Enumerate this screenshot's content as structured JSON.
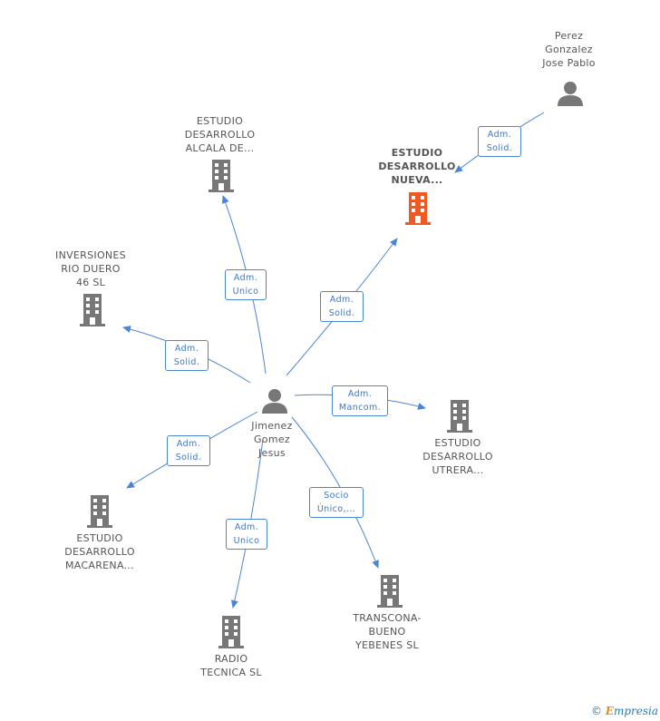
{
  "nodes": {
    "center": {
      "label": "Jimenez\nGomez\nJesus",
      "icon": "person-icon"
    },
    "perez": {
      "label": "Perez\nGonzalez\nJose Pablo",
      "icon": "person-icon"
    },
    "nueva": {
      "label": "ESTUDIO\nDESARROLLO\nNUEVA...",
      "icon": "building-icon",
      "color": "#f05a22"
    },
    "alcala": {
      "label": "ESTUDIO\nDESARROLLO\nALCALA DE...",
      "icon": "building-icon"
    },
    "inversiones": {
      "label": "INVERSIONES\nRIO DUERO\n46 SL",
      "icon": "building-icon"
    },
    "utrera": {
      "label": "ESTUDIO\nDESARROLLO\nUTRERA...",
      "icon": "building-icon"
    },
    "macarena": {
      "label": "ESTUDIO\nDESARROLLO\nMACARENA...",
      "icon": "building-icon"
    },
    "transcona": {
      "label": "TRANSCONA-\nBUENO\nYEBENES SL",
      "icon": "building-icon"
    },
    "radio": {
      "label": "RADIO\nTECNICA SL",
      "icon": "building-icon"
    }
  },
  "edges": {
    "perez_nueva": "Adm.\nSolid.",
    "center_alcala": "Adm.\nUnico",
    "center_nueva": "Adm.\nSolid.",
    "center_inversiones": "Adm.\nSolid.",
    "center_utrera": "Adm.\nMancom.",
    "center_macarena": "Adm.\nSolid.",
    "center_transcona": "Socio\nÚnico,...",
    "center_radio": "Adm.\nUnico"
  },
  "footer": {
    "copyright": "©",
    "brand_first": "E",
    "brand_rest": "mpresia"
  },
  "colors": {
    "edge": "#4a86d6",
    "icon_gray": "#777777",
    "focus": "#f05a22"
  }
}
